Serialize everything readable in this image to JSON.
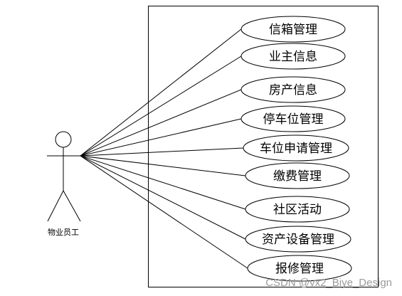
{
  "actor": {
    "label": "物业员工"
  },
  "use_cases": [
    "信箱管理",
    "业主信息",
    "房产信息",
    "停车位管理",
    "车位申请管理",
    "缴费管理",
    "社区活动",
    "资产设备管理",
    "报修管理"
  ],
  "watermark": "CSDN @vx2_Biye_Design",
  "colors": {
    "stroke": "#000000",
    "background": "#ffffff",
    "watermark": "#9a9a9a"
  }
}
